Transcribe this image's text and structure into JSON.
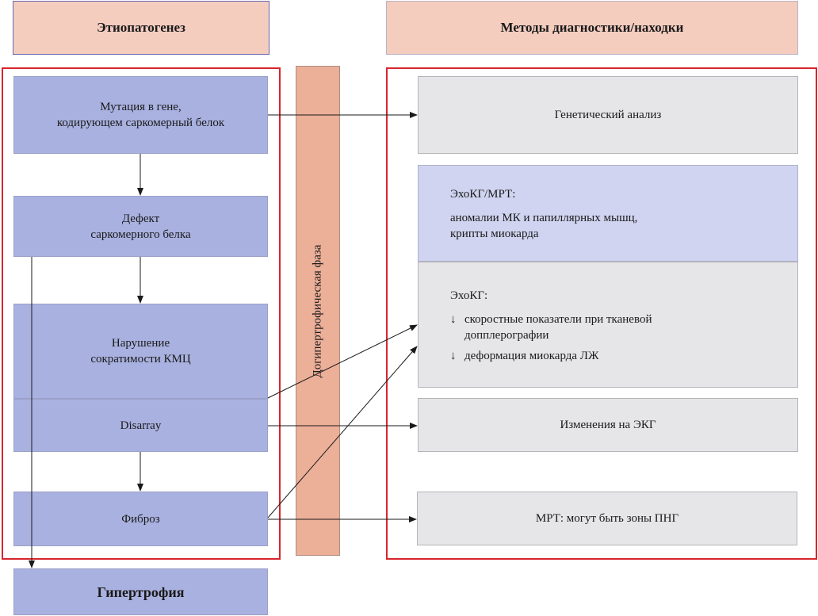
{
  "headers": {
    "left": "Этиопатогенез",
    "right": "Методы диагностики/находки"
  },
  "phase_label": "Догипертрофическая фаза",
  "left_boxes": {
    "mutation": [
      "Мутация в гене,",
      "кодирующем саркомерный белок"
    ],
    "defect": [
      "Дефект",
      "саркомерного белка"
    ],
    "contractility": [
      "Нарушение",
      "сократимости КМЦ"
    ],
    "disarray": "Disarray",
    "fibrosis": "Фиброз",
    "hypertrophy": "Гипертрофия"
  },
  "right_boxes": {
    "genetic": "Генетический анализ",
    "echo_mri": {
      "title": "ЭхоКГ/МРТ:",
      "line1": "аномалии МК и папиллярных мышц,",
      "line2": "крипты миокарда"
    },
    "echo": {
      "title": "ЭхоКГ:",
      "item1_arrow": "↓",
      "item1_line1": "скоростные показатели при тканевой",
      "item1_line2": "допплерографии",
      "item2_arrow": "↓",
      "item2": "деформация миокарда ЛЖ"
    },
    "ecg": "Изменения на ЭКГ",
    "mri": "МРТ: могут быть зоны ПНГ"
  },
  "colors": {
    "frame": "#d7252c",
    "header_bg": "#f4cdbf",
    "etio_box": "#a9b1e0",
    "diag_box": "#e6e6e8",
    "echo_mri_box": "#d0d4f0",
    "phase_bar": "#ecaf98"
  }
}
